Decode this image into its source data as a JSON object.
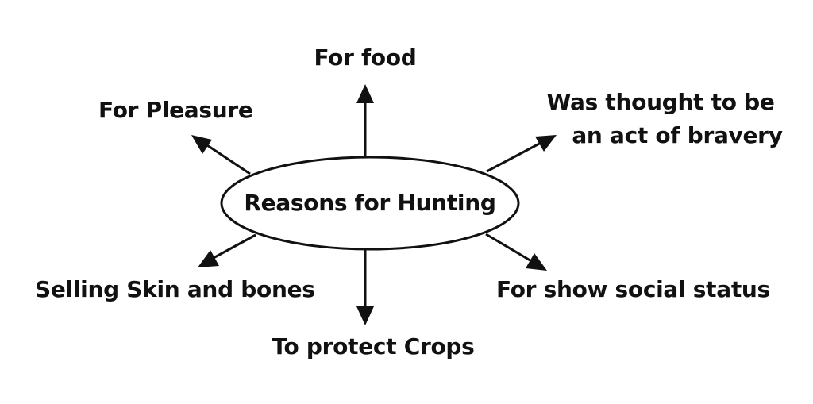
{
  "diagram": {
    "center": "Reasons for Hunting",
    "branches": {
      "top": "For food",
      "top_left": "For Pleasure",
      "top_right_line1": "Was thought to be",
      "top_right_line2": "an act of bravery",
      "bottom_left": "Selling Skin and bones",
      "bottom": "To protect Crops",
      "bottom_right": "For show social status"
    }
  }
}
